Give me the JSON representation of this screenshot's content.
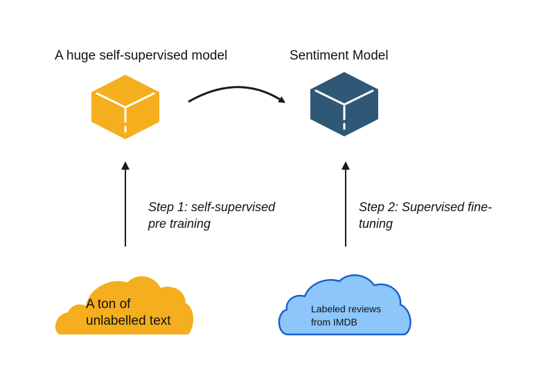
{
  "left": {
    "title": "A huge self-supervised model",
    "cube_color": "#F4AE1E",
    "step_line1": "Step 1: self-supervised",
    "step_line2": "pre training",
    "cloud_color": "#F4AE1E",
    "cloud_line1": "A ton of",
    "cloud_line2": "unlabelled text"
  },
  "right": {
    "title": "Sentiment Model",
    "cube_color": "#2F5877",
    "step_line1": "Step 2: Supervised fine-",
    "step_line2": "tuning",
    "cloud_color": "#8CC6FA",
    "cloud_stroke": "#1C5FD0",
    "cloud_line1": "Labeled reviews",
    "cloud_line2": "from IMDB"
  },
  "icons": {
    "model_cube": "cube-icon",
    "data_cloud": "cloud-icon",
    "flow_arrow": "curved-arrow-icon"
  }
}
